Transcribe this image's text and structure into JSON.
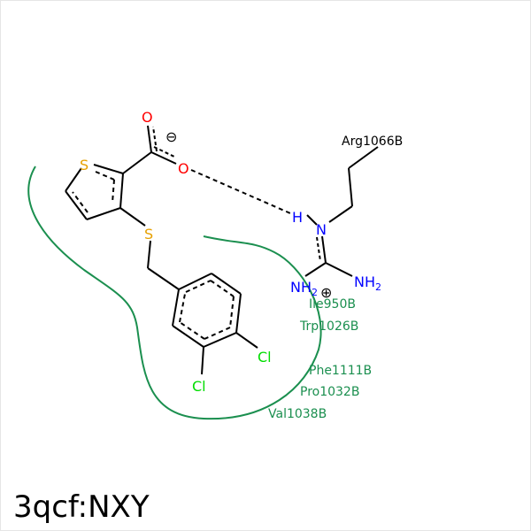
{
  "caption": "3qcf:NXY",
  "colors": {
    "bond": "#000000",
    "sulfur": "#e6a000",
    "oxygen": "#ff0000",
    "nitrogen": "#0000ff",
    "chlorine": "#00dd00",
    "hydrophobic_residue": "#1b8f4f",
    "hbond": "#000000"
  },
  "atoms": {
    "thiophene_s": "S",
    "thioether_s": "S",
    "carbonyl_o": "O",
    "carboxylate_o": "O",
    "charge_minus": "⊖",
    "cl_1": "Cl",
    "cl_2": "Cl",
    "arg_h": "H",
    "arg_n": "N",
    "nh2_left": "NH",
    "nh2_left_sub": "2",
    "nh2_right": "NH",
    "nh2_right_sub": "2",
    "charge_plus": "⊕"
  },
  "residues": {
    "hbond_partner": "Arg1066B",
    "hydrophobic": [
      "Ile950B",
      "Trp1026B",
      "Phe1111B",
      "Pro1032B",
      "Val1038B"
    ]
  }
}
